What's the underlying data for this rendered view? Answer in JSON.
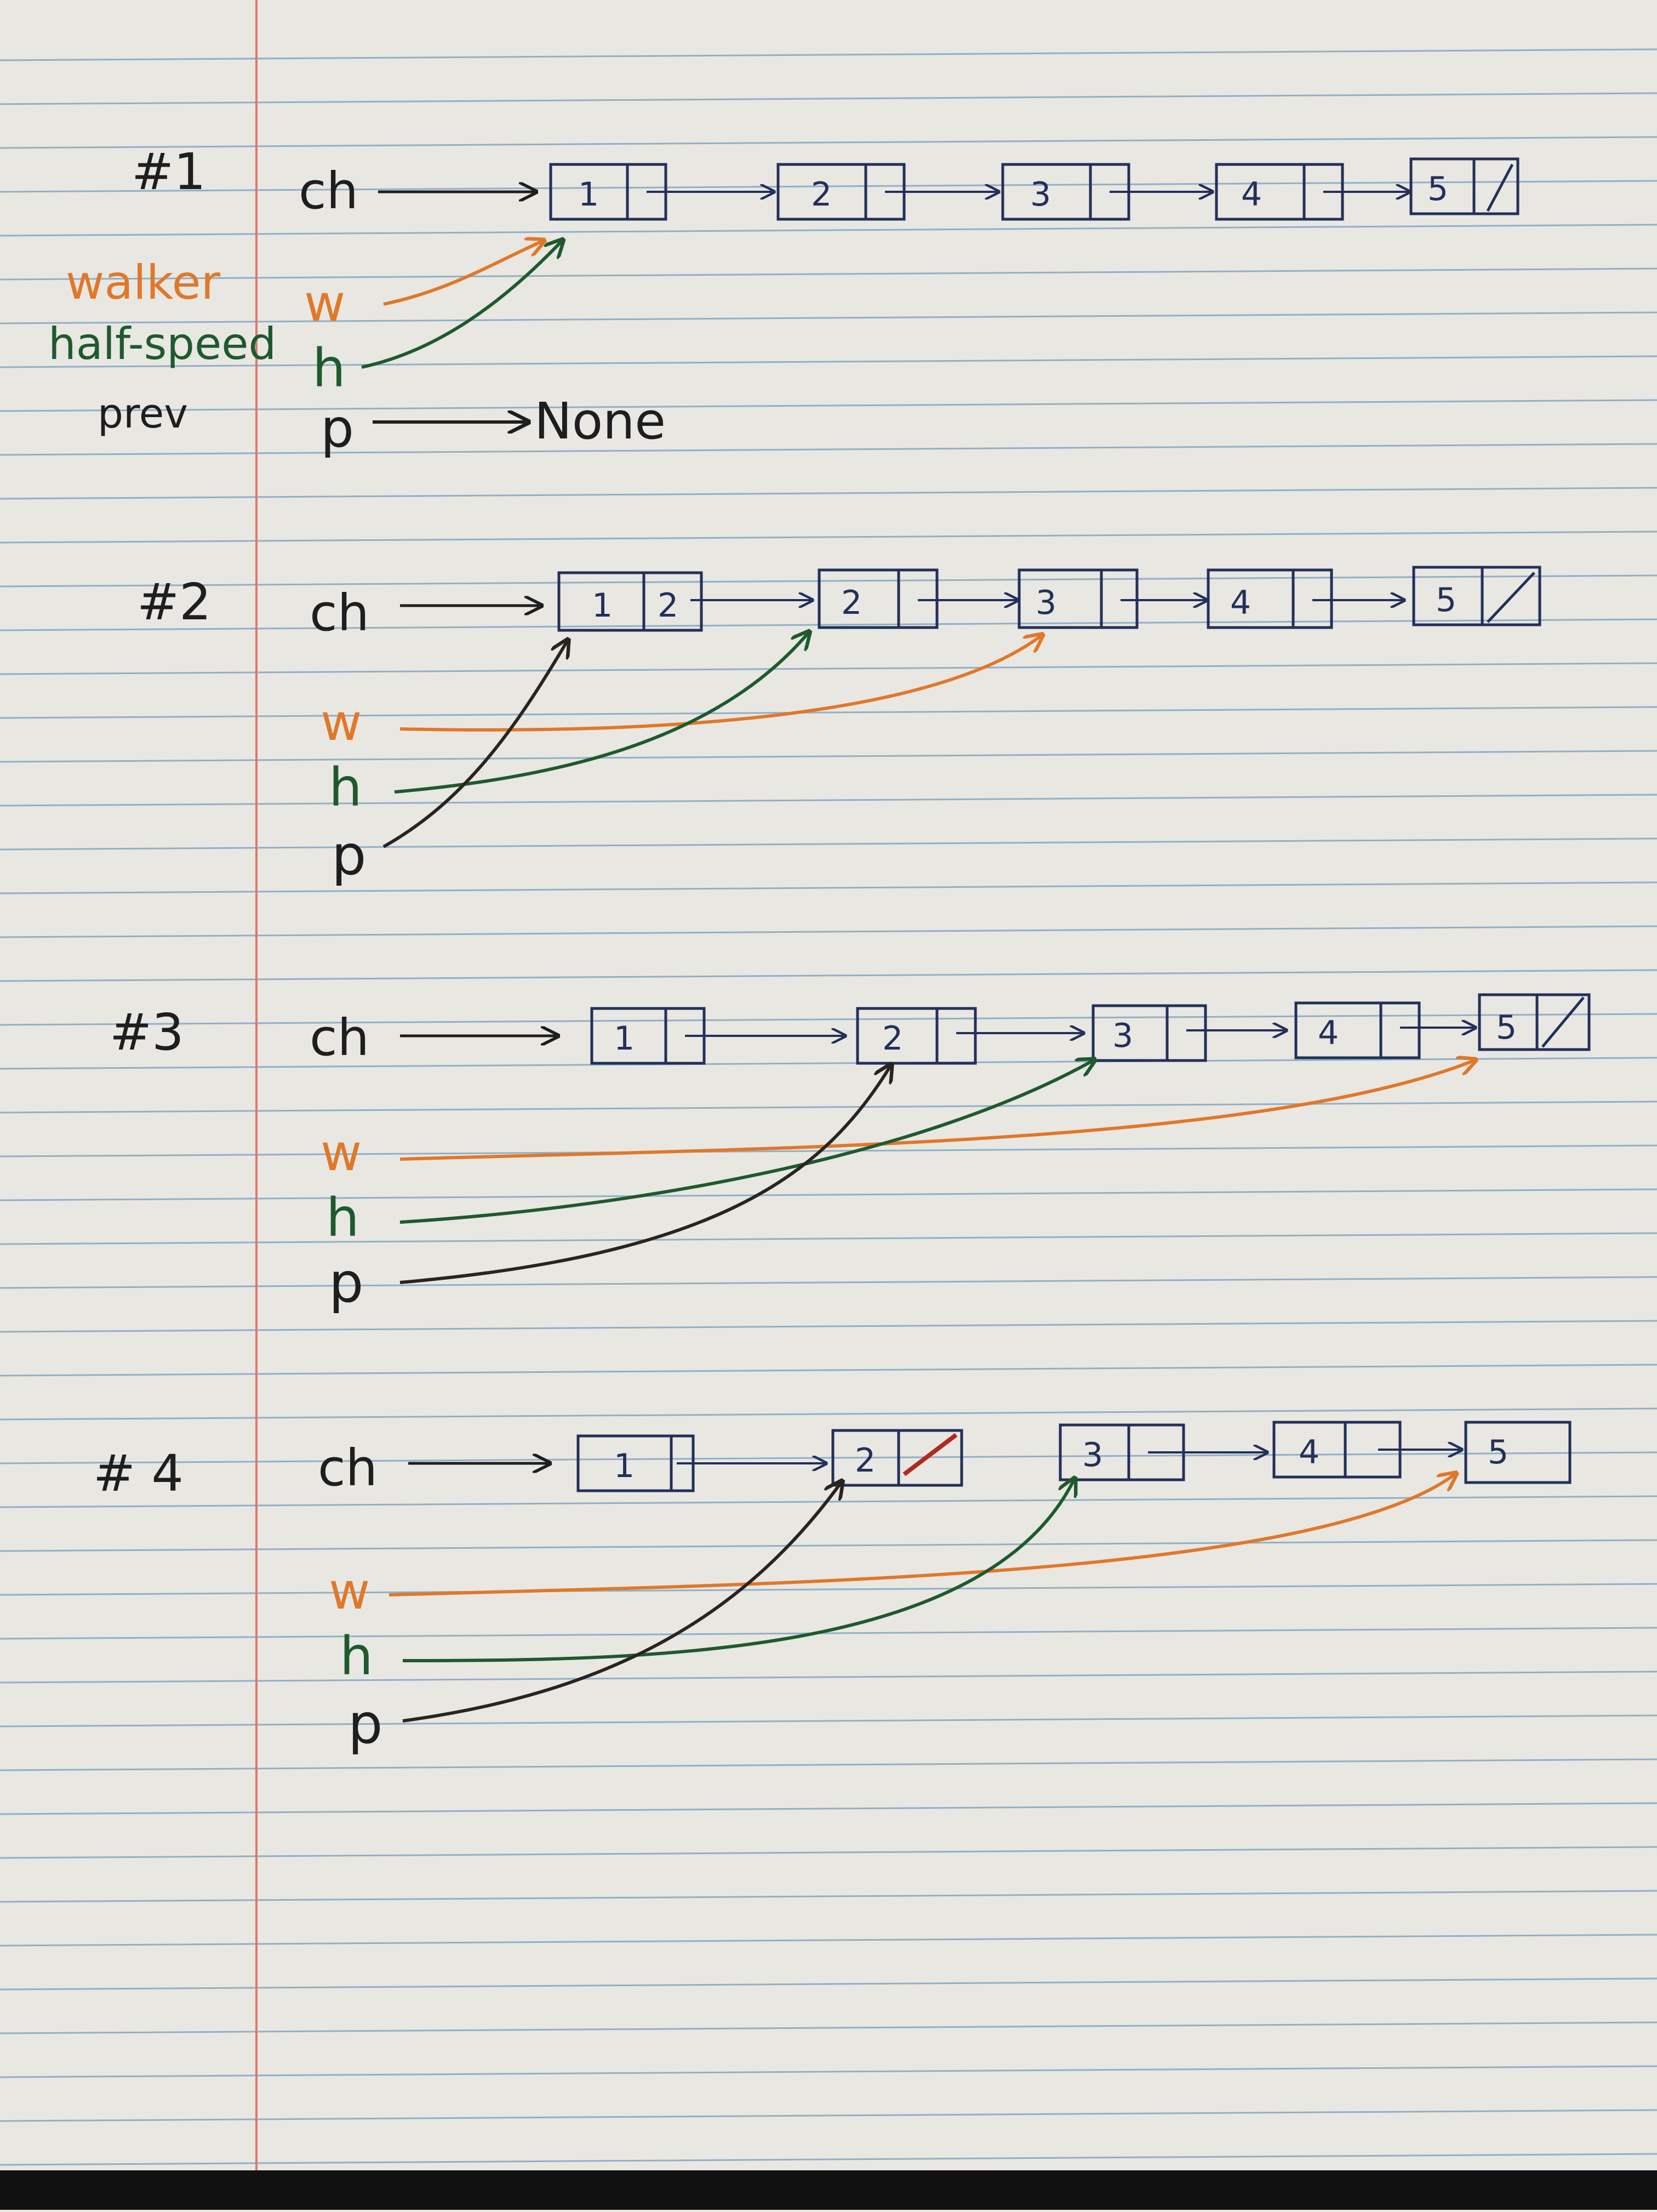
{
  "legend": [
    {
      "text": "walker",
      "color": "#e0782a"
    },
    {
      "text": "half-speed",
      "color": "#1e5a2e"
    },
    {
      "text": "prev",
      "color": "#1e1e1e"
    }
  ],
  "colors": {
    "ink": "#1e1e1e",
    "box": "#22305a",
    "walker": "#e0782a",
    "halfspeed": "#1e5a2e",
    "prev": "#2a2420",
    "fix": "#b02a20",
    "rule": "#8fb0c8",
    "margin": "#d97a6a",
    "paper": "#e9e7e2"
  },
  "steps": [
    {
      "title": "#1",
      "head": "ch",
      "nodes": [
        "1",
        "2",
        "3",
        "4",
        "5"
      ],
      "tail_null": true,
      "pointers": [
        {
          "name": "w",
          "target": "1",
          "color": "walker"
        },
        {
          "name": "h",
          "target": "1",
          "color": "halfspeed"
        },
        {
          "name": "p",
          "target": "None",
          "color": "prev"
        }
      ],
      "none_text": "None"
    },
    {
      "title": "#2",
      "head": "ch",
      "nodes": [
        "1",
        "2",
        "3",
        "4",
        "5"
      ],
      "node1_next": "2",
      "tail_null": true,
      "pointers": [
        {
          "name": "w",
          "target": "3",
          "color": "walker"
        },
        {
          "name": "h",
          "target": "2",
          "color": "halfspeed"
        },
        {
          "name": "p",
          "target": "1",
          "color": "prev"
        }
      ]
    },
    {
      "title": "#3",
      "head": "ch",
      "nodes": [
        "1",
        "2",
        "3",
        "4",
        "5"
      ],
      "tail_null": true,
      "pointers": [
        {
          "name": "w",
          "target": "5",
          "color": "walker"
        },
        {
          "name": "h",
          "target": "3",
          "color": "halfspeed"
        },
        {
          "name": "p",
          "target": "2",
          "color": "prev"
        }
      ]
    },
    {
      "title": "# 4",
      "head": "ch",
      "nodes": [
        "1",
        "2",
        "3",
        "4",
        "5"
      ],
      "split_after": "2",
      "pointers": [
        {
          "name": "w",
          "target": "5",
          "color": "walker"
        },
        {
          "name": "h",
          "target": "3",
          "color": "halfspeed"
        },
        {
          "name": "p",
          "target": "2",
          "color": "prev"
        }
      ]
    }
  ]
}
